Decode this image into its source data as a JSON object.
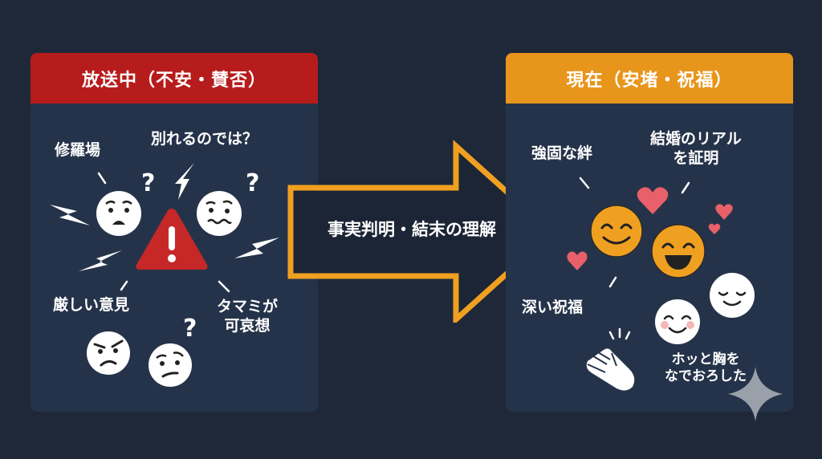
{
  "left_panel": {
    "title": "放送中（不安・賛否）",
    "header_color": "#b71c1c",
    "labels": {
      "shuraba": "修羅場",
      "wakareru": "別れるのでは？",
      "kibishii": "厳しい意見",
      "tamami_line1": "タマミが",
      "tamami_line2": "可哀想"
    },
    "icons": [
      "worried-face",
      "confused-face",
      "angry-face",
      "skeptical-face",
      "warning-triangle",
      "lightning-bolt",
      "question-mark"
    ]
  },
  "arrow": {
    "label": "事実判明・結末の理解",
    "border_color": "#f0a020"
  },
  "right_panel": {
    "title": "現在（安堵・祝福）",
    "header_color": "#e8951c",
    "labels": {
      "kizuna": "強固な絆",
      "kekkon_line1": "結婚のリアル",
      "kekkon_line2": "を証明",
      "shukufuku": "深い祝福",
      "hotto_line1": "ホッと胸を",
      "hotto_line2": "なでおろした"
    },
    "icons": [
      "smiling-face",
      "grinning-face",
      "blushing-face",
      "content-face",
      "heart",
      "clapping-hands",
      "sparkle"
    ]
  },
  "colors": {
    "background": "#1e2838",
    "panel": "#25334a",
    "face_orange": "#f0a020",
    "heart": "#e8606a",
    "warning": "#c62828"
  }
}
